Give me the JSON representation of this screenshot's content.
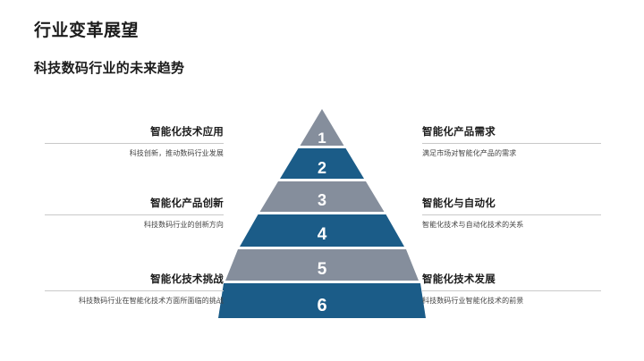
{
  "header": {
    "title": "行业变革展望",
    "subtitle": "科技数码行业的未来趋势"
  },
  "pyramid": {
    "levels": [
      {
        "number": "1",
        "color": "#858e9c"
      },
      {
        "number": "2",
        "color": "#1b5c88"
      },
      {
        "number": "3",
        "color": "#858e9c"
      },
      {
        "number": "4",
        "color": "#1b5c88"
      },
      {
        "number": "5",
        "color": "#858e9c"
      },
      {
        "number": "6",
        "color": "#1b5c88"
      }
    ]
  },
  "left_labels": [
    {
      "heading": "智能化技术应用",
      "desc": "科技创新，推动数码行业发展"
    },
    {
      "heading": "智能化产品创新",
      "desc": "科技数码行业的创新方向"
    },
    {
      "heading": "智能化技术挑战",
      "desc": "科技数码行业在智能化技术方面所面临的挑战"
    }
  ],
  "right_labels": [
    {
      "heading": "智能化产品需求",
      "desc": "满足市场对智能化产品的需求"
    },
    {
      "heading": "智能化与自动化",
      "desc": "智能化技术与自动化技术的关系"
    },
    {
      "heading": "智能化技术发展",
      "desc": "科技数码行业智能化技术的前景"
    }
  ],
  "colors": {
    "gray": "#858e9c",
    "blue": "#1b5c88",
    "rule": "#c9c9c9",
    "text": "#1c1c1c",
    "background": "#ffffff"
  }
}
